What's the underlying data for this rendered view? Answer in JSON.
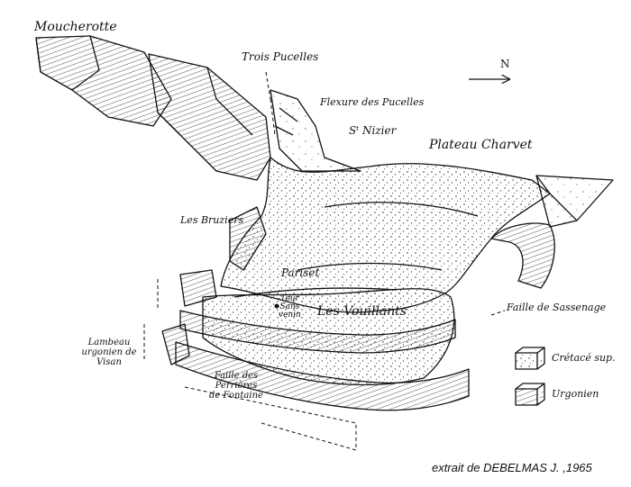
{
  "labels": {
    "moucherotte": "Moucherotte",
    "trois_pucelles": "Trois Pucelles",
    "flexure": "Flexure des Pucelles",
    "st_nizier": "Sᵗ Nizier",
    "plateau_charvet": "Plateau Charvet",
    "les_bruziers": "Les Bruziers",
    "pariset": "Pariset",
    "tour_sans_venin": [
      "Tour",
      "Sans",
      "venin"
    ],
    "les_vouillants": "Les Vouillants",
    "faille_sassenage": "Faille de Sassenage",
    "lambeau": [
      "Lambeau",
      "urgonien de",
      "Visan"
    ],
    "faille_perrieres": [
      "Faille des",
      "Perrières",
      "de Fontaine"
    ],
    "north": "N"
  },
  "legend": {
    "cretace": "Crétacé sup.",
    "urgonien": "Urgonien"
  },
  "credit": "extrait de DEBELMAS J. ,1965",
  "colors": {
    "ink": "#111111",
    "paper": "#ffffff"
  }
}
